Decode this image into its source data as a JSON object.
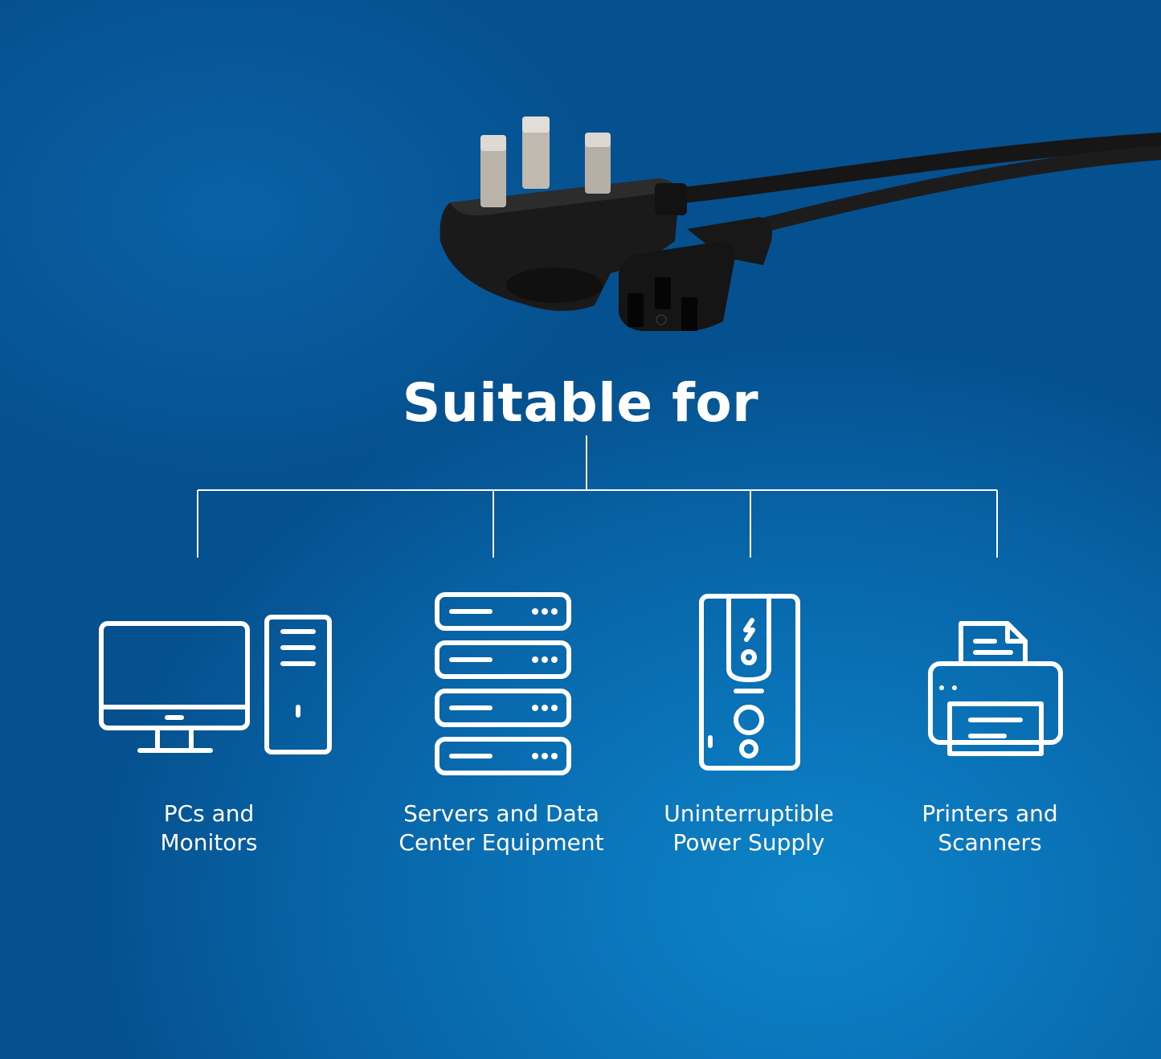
{
  "title": "Suitable for",
  "colors": {
    "background": "#0a6fb5",
    "line": "#ffffff",
    "plug": "#1a1a1a"
  },
  "items": [
    {
      "icon": "pc-monitor-icon",
      "line1": "PCs and",
      "line2": "Monitors"
    },
    {
      "icon": "server-rack-icon",
      "line1": "Servers and Data",
      "line2": "Center Equipment"
    },
    {
      "icon": "ups-icon",
      "line1": "Uninterruptible",
      "line2": "Power Supply"
    },
    {
      "icon": "printer-scanner-icon",
      "line1": "Printers and",
      "line2": "Scanners"
    }
  ]
}
